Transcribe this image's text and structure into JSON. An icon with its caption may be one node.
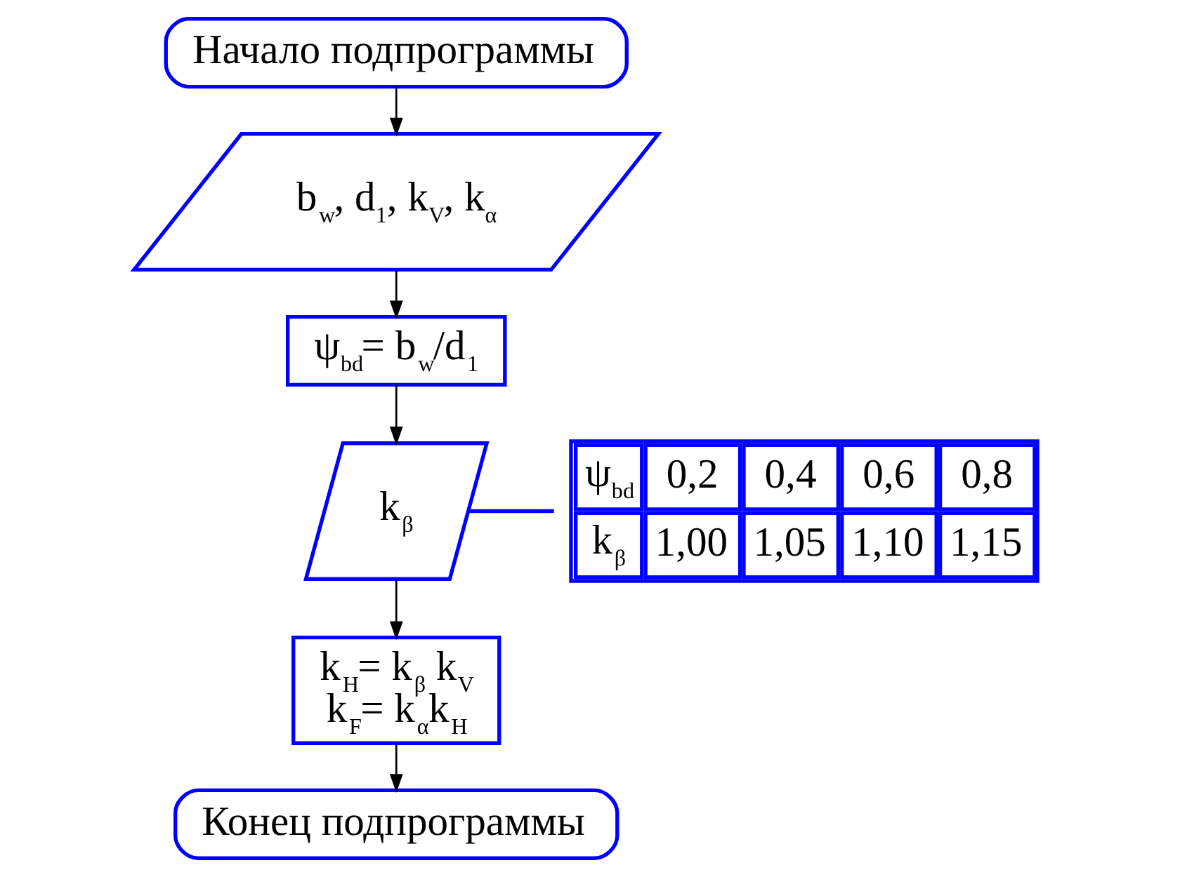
{
  "diagram": {
    "nodes": [
      {
        "text": [
          "Начало подпрограммы"
        ]
      },
      {
        "text": [
          "b$_{w}$, d$_{1}$, k$_{V}$, k$_{α}$"
        ]
      },
      {
        "text": [
          "ψ$_{bd}$= b$_{w}$/d$_{1}$"
        ]
      },
      {
        "text": [
          "k$_{β}$"
        ]
      },
      {
        "text": [
          "k$_{H}$= k$_{β}$ k$_{V}$",
          "k$_{F}$= k$_{α}$k$_{H}$"
        ]
      },
      {
        "text": [
          "Конец подпрограммы"
        ]
      },
      {
        "text": [
          "ψ$_{bd}$",
          "0,2",
          "0,4",
          "0,6",
          "0,8",
          "k$_{β}$",
          "1,00",
          "1,05",
          "1,10",
          "1,15"
        ]
      }
    ],
    "edges": [
      {
        "from": 0,
        "to": 1,
        "arrow": "to"
      },
      {
        "from": 1,
        "to": 2,
        "arrow": "to"
      },
      {
        "from": 2,
        "to": 3,
        "arrow": "to"
      },
      {
        "from": 3,
        "to": 4,
        "arrow": "to"
      },
      {
        "from": 4,
        "to": 5,
        "arrow": "to"
      },
      {
        "from": 3,
        "to": 6,
        "arrow": "none",
        "color": "#0000ff"
      }
    ]
  }
}
